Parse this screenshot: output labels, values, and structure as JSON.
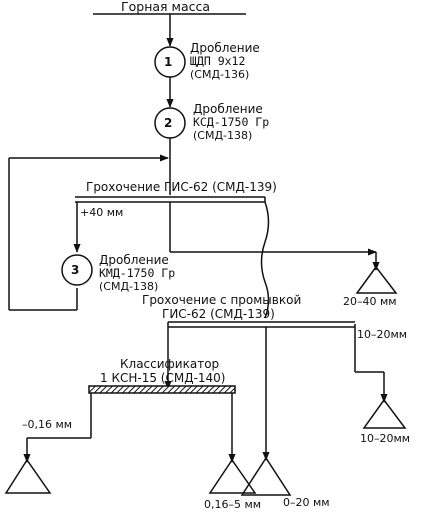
{
  "title": "Горная масса",
  "stage1": {
    "number": "1",
    "line1": "Дробление",
    "line2": "ЩДП 9х12",
    "line3": "(СМД-136)"
  },
  "stage2": {
    "number": "2",
    "line1": "Дробление",
    "line2": "КСД-1750 Гр",
    "line3": "(СМД-138)"
  },
  "screen1": {
    "label": "Грохочение  ГИС-62  (СМД-139)",
    "oversize": "+40 мм"
  },
  "stage3": {
    "number": "3",
    "line1": "Дробление",
    "line2": "КМД-1750 Гр",
    "line3": "(СМД-138)"
  },
  "product_20_40": "20–40 мм",
  "screen2": {
    "line1": "Грохочение с промывкой",
    "line2": "ГИС-62  (СМД-139)"
  },
  "product_10_20_side": "10–20мм",
  "product_10_20_bottom": "10–20мм",
  "classifier": {
    "line1": "Классификатор",
    "line2": "1 КСН-15  (СМД-140)"
  },
  "fraction_016": "–0,16 мм",
  "product_016_5": "0,16–5 мм",
  "product_0_20": "0–20 мм",
  "colors": {
    "ink": "#111111",
    "background": "#ffffff"
  }
}
